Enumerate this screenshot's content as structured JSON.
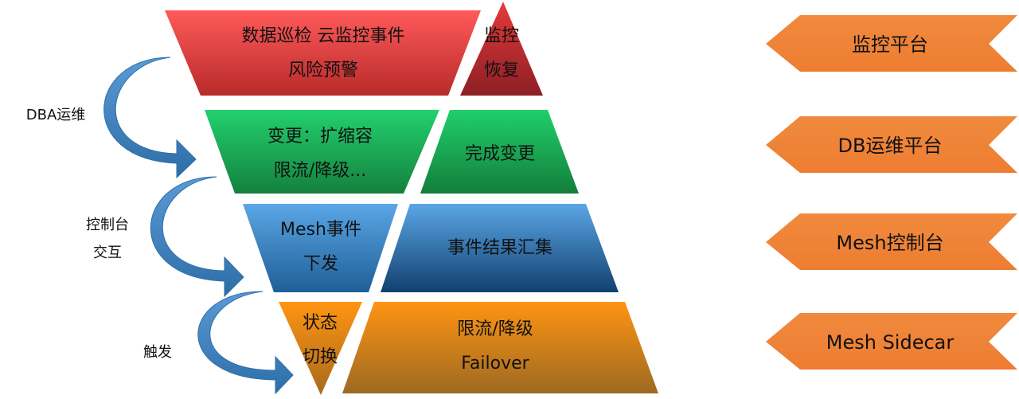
{
  "tiers": [
    {
      "left_lines": [
        "数据巡检 云监控事件",
        "风险预警"
      ],
      "right_lines": [
        "监控",
        "恢复"
      ],
      "left_color": [
        "#ff5a5a",
        "#b82a2a"
      ],
      "right_color": [
        "#e63a3a",
        "#8c1f24"
      ]
    },
    {
      "left_lines": [
        "变更：扩缩容",
        "限流/降级..."
      ],
      "right_lines": [
        "完成变更"
      ],
      "left_color": [
        "#22d06e",
        "#14813e"
      ],
      "right_color": [
        "#1fcf6a",
        "#137e3b"
      ]
    },
    {
      "left_lines": [
        "Mesh事件",
        "下发"
      ],
      "right_lines": [
        "事件结果汇集"
      ],
      "left_color": [
        "#5aa6e6",
        "#1f5f97"
      ],
      "right_color": [
        "#5aa6e6",
        "#12406e"
      ]
    },
    {
      "left_lines": [
        "状态",
        "切换"
      ],
      "right_lines": [
        "限流/降级",
        "Failover"
      ],
      "left_color": [
        "#ff9412",
        "#a86a1c"
      ],
      "right_color": [
        "#ff9412",
        "#9d6a22"
      ]
    }
  ],
  "side_labels": [
    {
      "lines": [
        "DBA运维"
      ]
    },
    {
      "lines": [
        "控制台",
        "交互"
      ]
    },
    {
      "lines": [
        "触发"
      ]
    }
  ],
  "platforms": [
    {
      "label": "监控平台"
    },
    {
      "label": "DB运维平台"
    },
    {
      "label": "Mesh控制台"
    },
    {
      "label": "Mesh Sidecar"
    }
  ],
  "colors": {
    "arrow_fill": "#5b9bd5",
    "arrow_dark": "#2e6ea8",
    "platform_fill": "#ed7d31",
    "text": "#111111"
  }
}
